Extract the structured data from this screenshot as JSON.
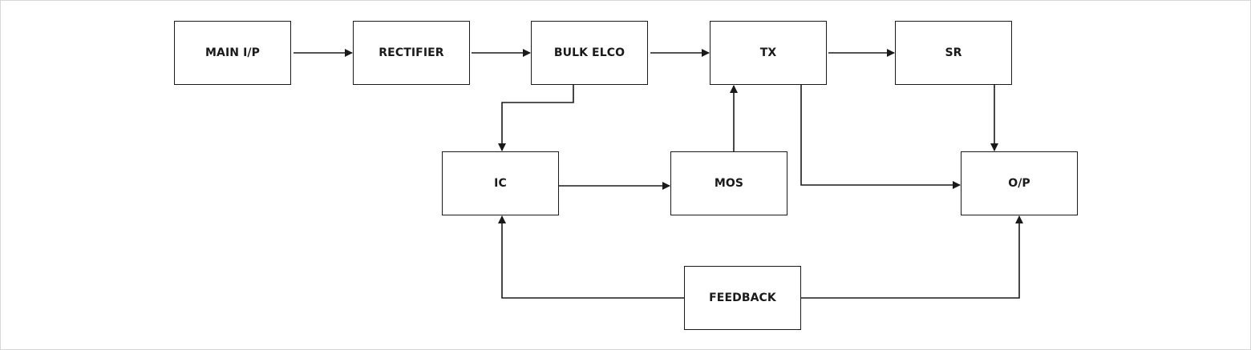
{
  "diagram": {
    "blocks": {
      "main_ip": "MAIN I/P",
      "rectifier": "RECTIFIER",
      "bulk_elco": "BULK ELCO",
      "tx": "TX",
      "sr": "SR",
      "ic": "IC",
      "mos": "MOS",
      "op": "O/P",
      "feedback": "FEEDBACK"
    },
    "connections": [
      {
        "from": "MAIN I/P",
        "to": "RECTIFIER"
      },
      {
        "from": "RECTIFIER",
        "to": "BULK ELCO"
      },
      {
        "from": "BULK ELCO",
        "to": "TX"
      },
      {
        "from": "TX",
        "to": "SR"
      },
      {
        "from": "BULK ELCO",
        "to": "IC"
      },
      {
        "from": "IC",
        "to": "MOS"
      },
      {
        "from": "MOS",
        "to": "TX"
      },
      {
        "from": "TX",
        "to": "O/P"
      },
      {
        "from": "SR",
        "to": "O/P"
      },
      {
        "from": "FEEDBACK",
        "to": "IC"
      },
      {
        "from": "FEEDBACK",
        "to": "O/P"
      }
    ],
    "colors": {
      "line": "#1a1a1a",
      "background": "#ffffff"
    }
  }
}
